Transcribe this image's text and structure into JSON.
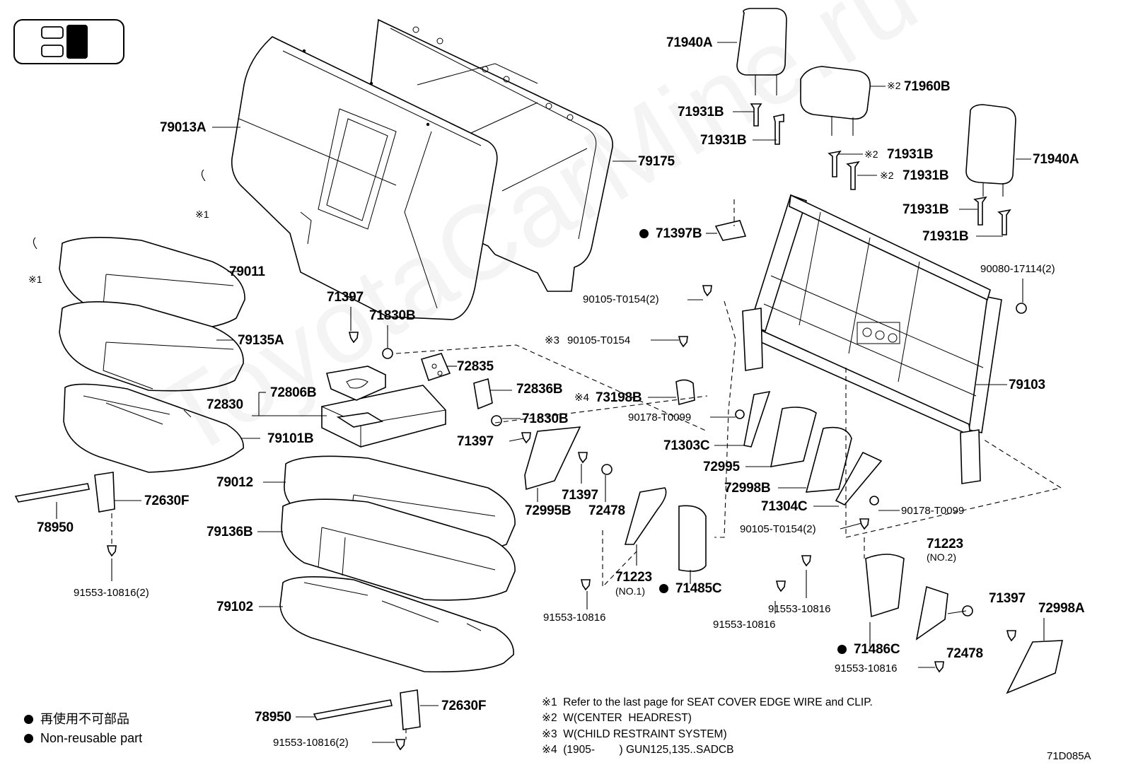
{
  "diagram_code": "71D085A",
  "watermark": "ToyotaCarMine.ru",
  "labels": {
    "l71940A_top": "71940A",
    "l71960B": "71960B",
    "l71960B_mark": "※2",
    "l71931B_a": "71931B",
    "l71931B_b": "71931B",
    "l71931B_c": "71931B",
    "l71931B_c_mark": "※2",
    "l71931B_d": "71931B",
    "l71931B_d_mark": "※2",
    "l71940A_right": "71940A",
    "l71931B_e": "71931B",
    "l71931B_f": "71931B",
    "l79013A": "79013A",
    "l79175": "79175",
    "l71397B": "71397B",
    "l90080": "90080-17114(2)",
    "l90105_a": "90105-T0154(2)",
    "l90105_b": "90105-T0154",
    "l90105_b_mark": "※3",
    "l79103": "79103",
    "l73198B": "73198B",
    "l73198B_mark": "※4",
    "l90178_a": "90178-T0099",
    "l71303C": "71303C",
    "l72995": "72995",
    "l72998B": "72998B",
    "l71304C": "71304C",
    "l90178_b": "90178-T0099",
    "l90105_c": "90105-T0154(2)",
    "l71223_no2": "71223",
    "l71223_no2_sub": "(NO.2)",
    "l71397_e": "71397",
    "l72998A": "72998A",
    "l72478_b": "72478",
    "l71486C": "71486C",
    "l91553_a": "91553-10816",
    "l91553_b": "91553-10816",
    "l91553_c": "91553-10816",
    "l91553_d": "91553-10816",
    "l71485C": "71485C",
    "l71223_no1": "71223",
    "l71223_no1_sub": "(NO.1)",
    "l72478_a": "72478",
    "l71397_d": "71397",
    "l72995B": "72995B",
    "l79011": "79011",
    "l79135A": "79135A",
    "l79101B": "79101B",
    "l72830": "72830",
    "l72806B": "72806B",
    "l71397_a": "71397",
    "l71830B_a": "71830B",
    "l72835": "72835",
    "l72836B": "72836B",
    "l71830B_b": "71830B",
    "l71397_c": "71397",
    "l79012": "79012",
    "l79136B": "79136B",
    "l79102": "79102",
    "l78950_a": "78950",
    "l72630F_a": "72630F",
    "l91553_2_a": "91553-10816(2)",
    "l78950_b": "78950",
    "l72630F_b": "72630F",
    "l91553_2_b": "91553-10816(2)",
    "mark1_a": "※1",
    "mark1_b": "※1"
  },
  "notes": [
    {
      "mark": "※1",
      "text": "Refer to the last page for SEAT COVER EDGE WIRE and CLIP."
    },
    {
      "mark": "※2",
      "text": "W(CENTER  HEADREST)"
    },
    {
      "mark": "※3",
      "text": "W(CHILD RESTRAINT SYSTEM)"
    },
    {
      "mark": "※4",
      "text": "(1905-        ) GUN125,135..SADCB"
    }
  ],
  "legend": {
    "jp": "再使用不可部品",
    "en": "Non-reusable part"
  }
}
